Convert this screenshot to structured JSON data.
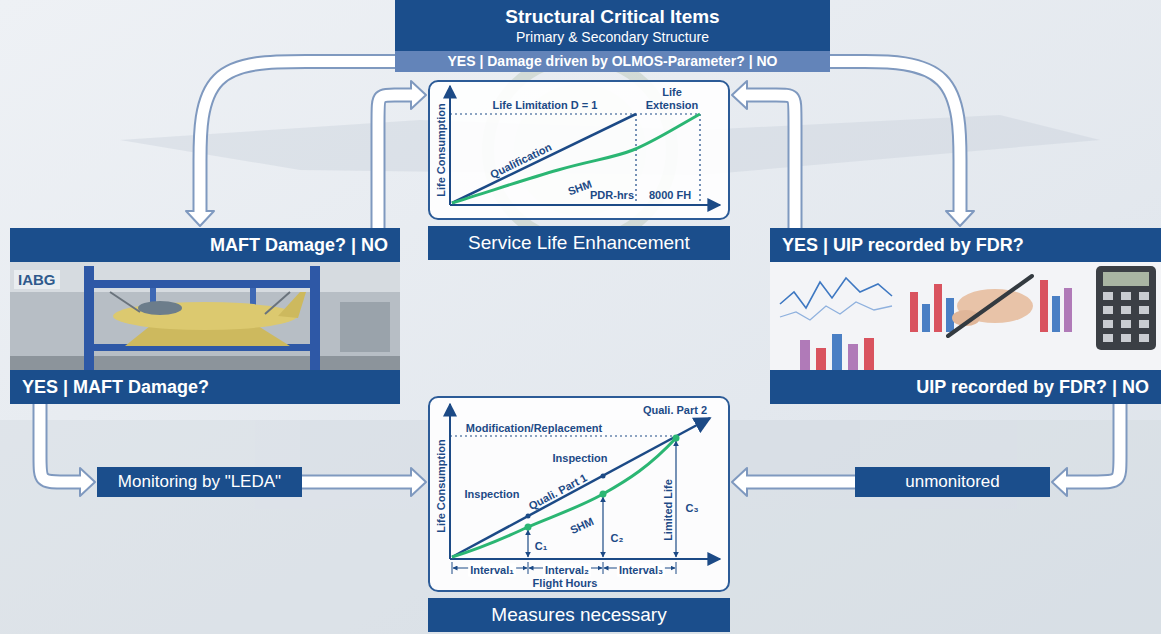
{
  "diagram": {
    "nodes": [
      {
        "text": [
          "Structural Critical Items",
          "Primary & Secondary Structure"
        ]
      },
      {
        "text": [
          "YES | Damage driven by OLMOS-Parameter? | NO"
        ]
      },
      {
        "text": [
          "MAFT Damage? | NO"
        ]
      },
      {
        "text": [
          "Life Consumption",
          "Life Limitation D = 1",
          "Life Extension",
          "Qualification",
          "SHM",
          "PDR-hrs",
          "8000 FH"
        ]
      },
      {
        "text": [
          "Service Life Enhancement"
        ]
      },
      {
        "text": [
          "YES | UIP recorded by FDR?"
        ]
      },
      {
        "text": [
          "YES | MAFT Damage?"
        ]
      },
      {
        "text": [
          "Life Consumption",
          "Modification/Replacement",
          "Quali. Part 2",
          "Inspection",
          "Inspection",
          "Quali. Part 1",
          "SHM",
          "C₁",
          "C₂",
          "C₃",
          "Limited Life",
          "Interval₁",
          "Interval₂",
          "Interval₃",
          "Flight Hours"
        ]
      },
      {
        "text": [
          "UIP recorded by FDR? | NO"
        ]
      },
      {
        "text": [
          "Monitoring by \"LEDA\""
        ]
      },
      {
        "text": [
          "Measures necessary"
        ]
      },
      {
        "text": [
          "unmonitored"
        ]
      }
    ],
    "edges": [
      {
        "from": 1,
        "to": 2,
        "arrow": "to"
      },
      {
        "from": 1,
        "to": 5,
        "arrow": "to"
      },
      {
        "from": 2,
        "to": 3,
        "arrow": "to"
      },
      {
        "from": 5,
        "to": 3,
        "arrow": "to"
      },
      {
        "from": 6,
        "to": 9,
        "arrow": "to"
      },
      {
        "from": 9,
        "to": 7,
        "arrow": "to"
      },
      {
        "from": 8,
        "to": 11,
        "arrow": "to"
      },
      {
        "from": 11,
        "to": 7,
        "arrow": "to"
      }
    ],
    "labels": [
      "IABG"
    ]
  }
}
